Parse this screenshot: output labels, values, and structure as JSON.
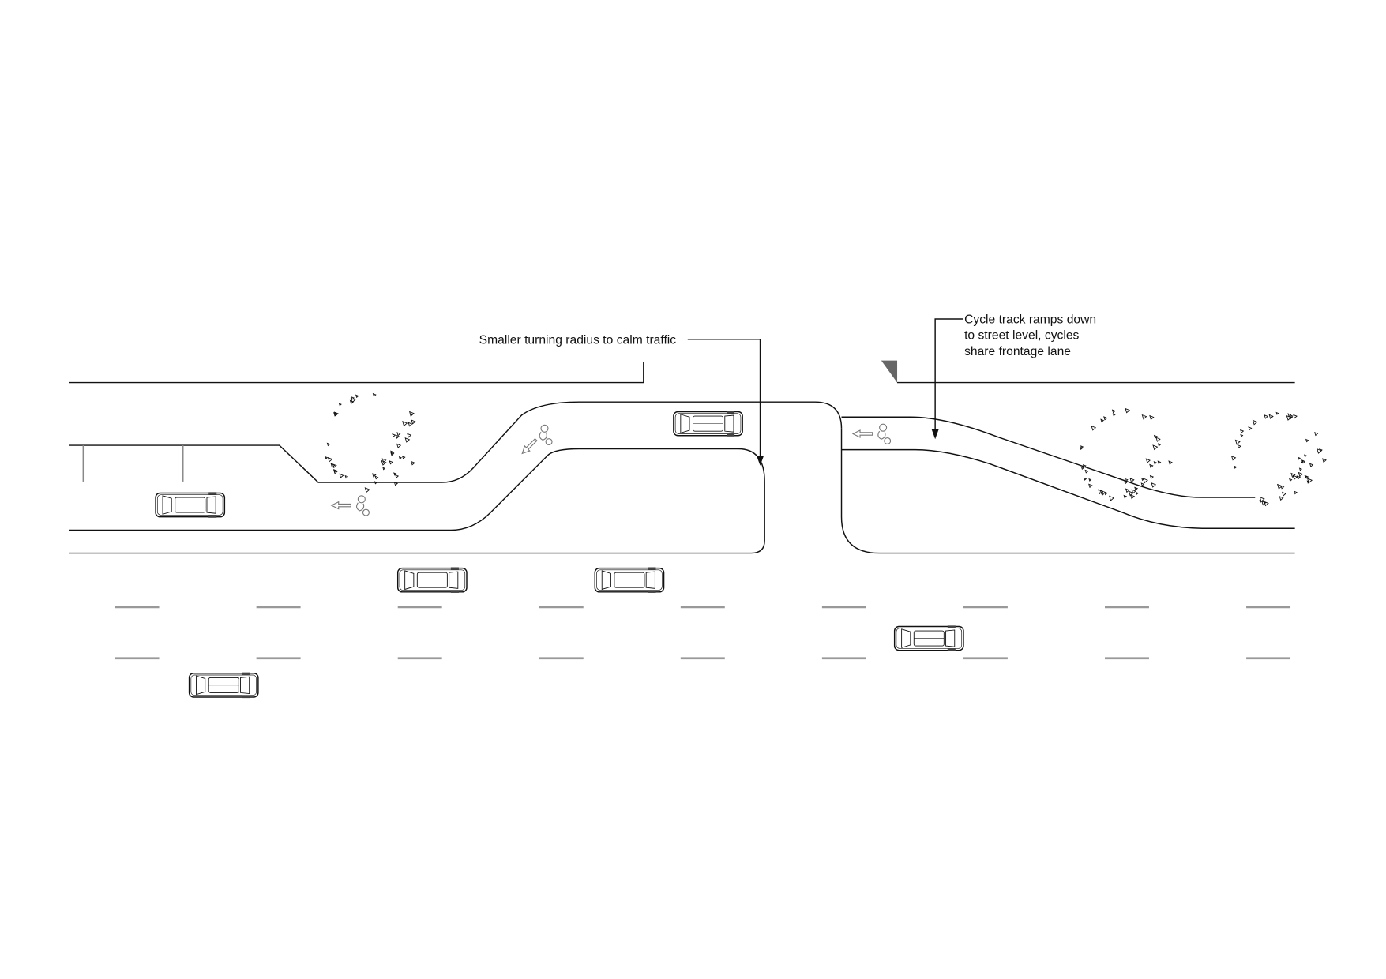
{
  "annotations": {
    "turning_radius": "Smaller turning radius to calm traffic",
    "cycle_track": [
      "Cycle track ramps down",
      "to street level, cycles",
      "share frontage lane"
    ]
  },
  "colors": {
    "line": "#111111",
    "lane_marking": "#999999",
    "symbol": "#777777"
  },
  "icons": [
    "car-icon",
    "tree-icon",
    "bicycle-icon",
    "arrow-icon"
  ]
}
